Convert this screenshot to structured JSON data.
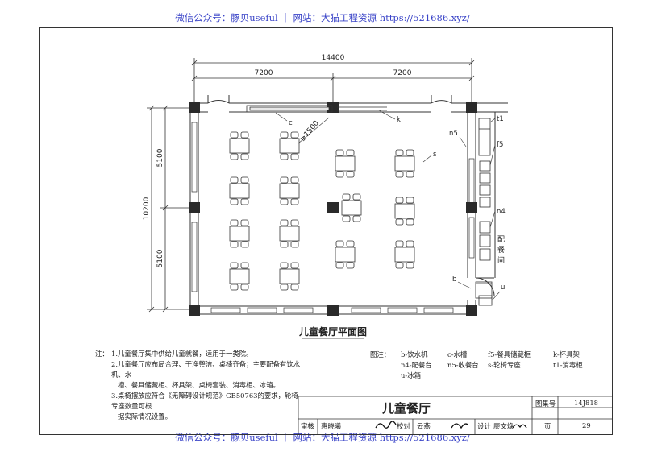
{
  "watermark": {
    "text": "微信公众号：豚贝useful ｜ 网站：大猫工程资源 https://521686.xyz/"
  },
  "plan": {
    "title": "儿童餐厅平面图",
    "dims": {
      "total_width": "14400",
      "left_bay": "7200",
      "right_bay": "7200",
      "total_depth": "10200",
      "upper_bay": "5100",
      "lower_bay": "5100",
      "diagonal": "≥1500"
    },
    "tags": {
      "c": "c",
      "k": "k",
      "s": "s",
      "n5": "n5",
      "t1": "t1",
      "f5": "f5",
      "n4": "n4",
      "b": "b",
      "u": "u"
    },
    "room_label": [
      "配",
      "餐",
      "间"
    ]
  },
  "notes": {
    "prefix": "注：",
    "items": [
      "1.儿童餐厅集中供给儿童就餐，适用于一类院。",
      "2.儿童餐厅应布局合理、干净整洁、桌椅齐备；主要配备有饮水机、水",
      "槽、餐具储藏柜、杯具架、桌椅套装、消毒柜、冰箱。",
      "3.桌椅摆放应符合《无障碍设计规范》GB50763的要求，轮椅专座数量可根",
      "据实际情况设置。"
    ]
  },
  "legend": {
    "prefix": "图注：",
    "row1": [
      "b-饮水机",
      "c-水槽",
      "f5-餐具储藏柜",
      "k-杯具架"
    ],
    "row2": [
      "n4-配餐台",
      "n5-收餐台",
      "s-轮椅专座",
      "t1-消毒柜"
    ],
    "row3": [
      "u-冰箱"
    ]
  },
  "title_block": {
    "title": "儿童餐厅",
    "atlas_label": "图集号",
    "atlas_no": "14J818",
    "review_label": "审核",
    "reviewer": "惠晓曦",
    "check_label": "校对",
    "checker": "云燕",
    "design_label": "设计",
    "designer": "廖文焕",
    "page_label": "页",
    "page_no": "29"
  }
}
